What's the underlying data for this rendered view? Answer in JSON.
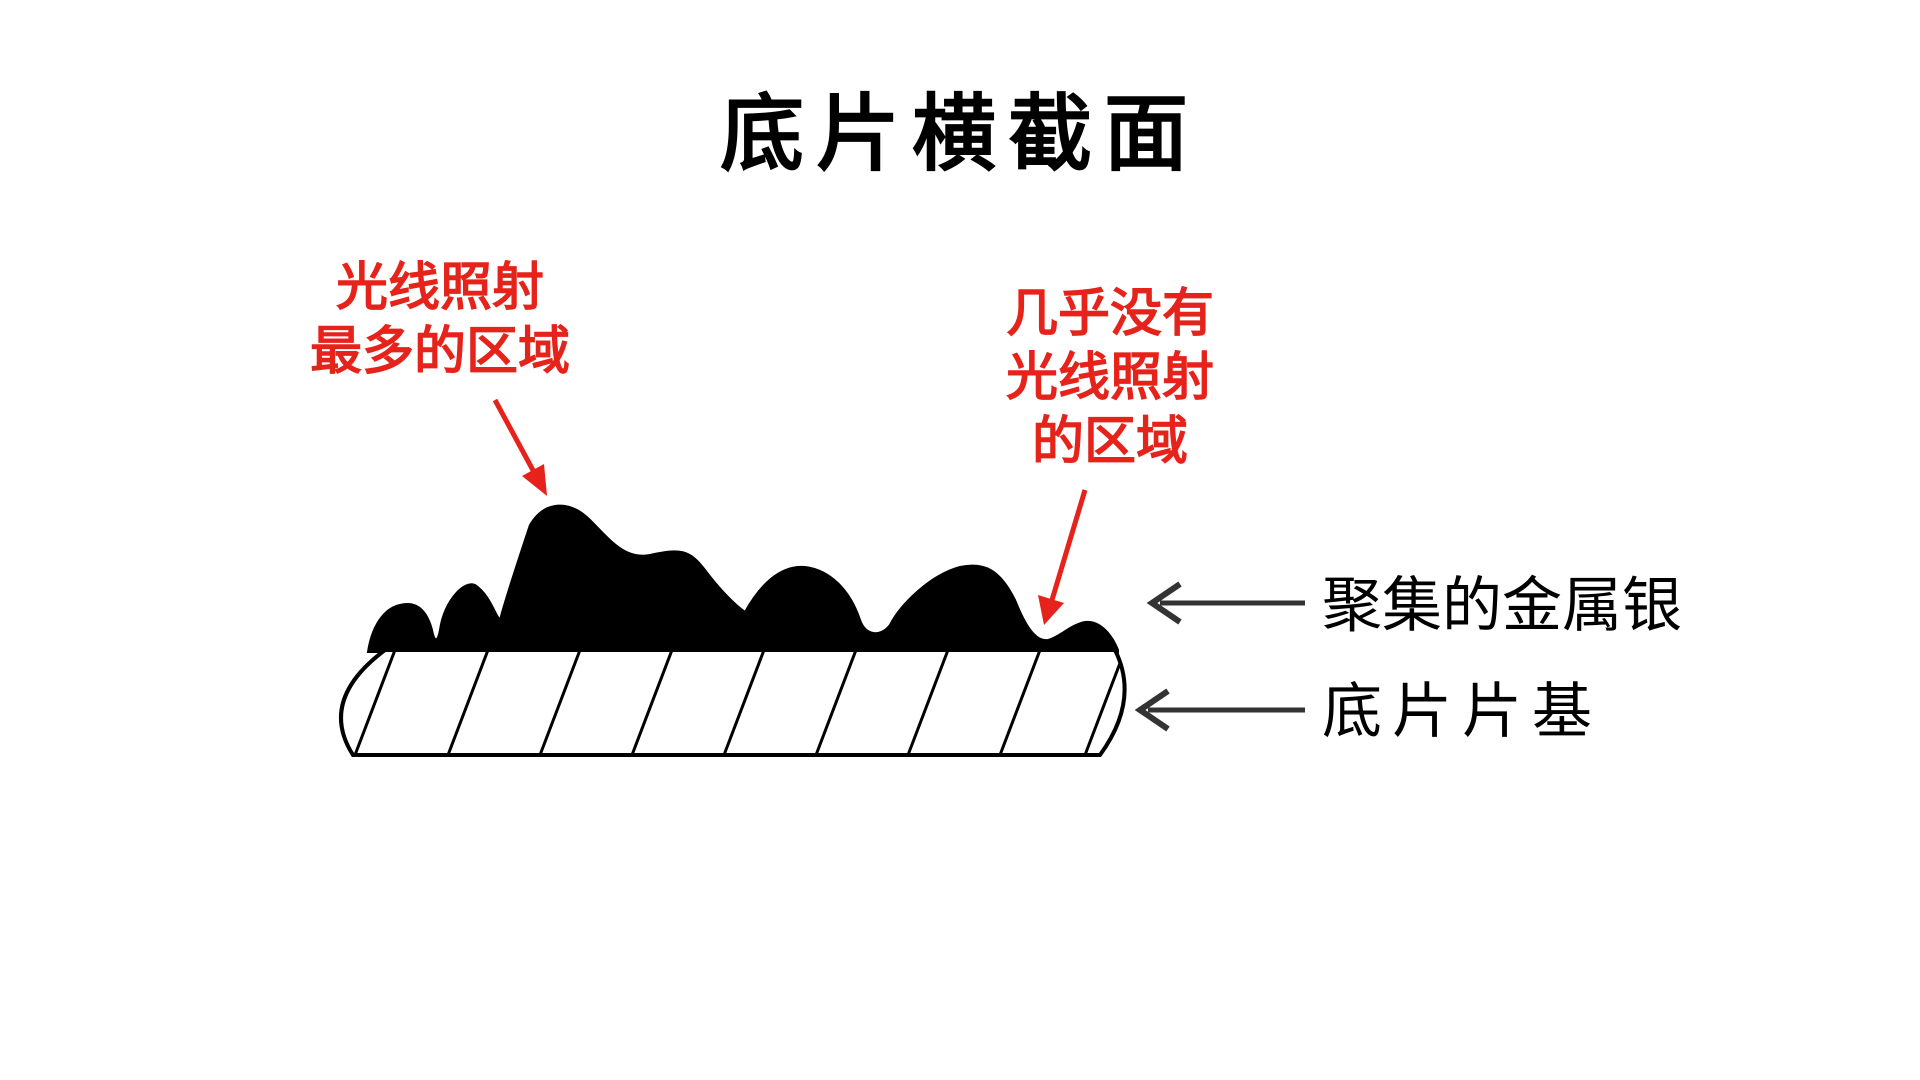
{
  "title": "底片横截面",
  "callouts": {
    "most_light": [
      "光线照射",
      "最多的区域"
    ],
    "least_light": [
      "几乎没有",
      "光线照射",
      "的区域"
    ]
  },
  "labels": {
    "silver": "聚集的金属银",
    "film_base": "底片片基"
  },
  "colors": {
    "accent": "#e5231b",
    "ink": "#000000",
    "arrow_gray": "#333333"
  }
}
